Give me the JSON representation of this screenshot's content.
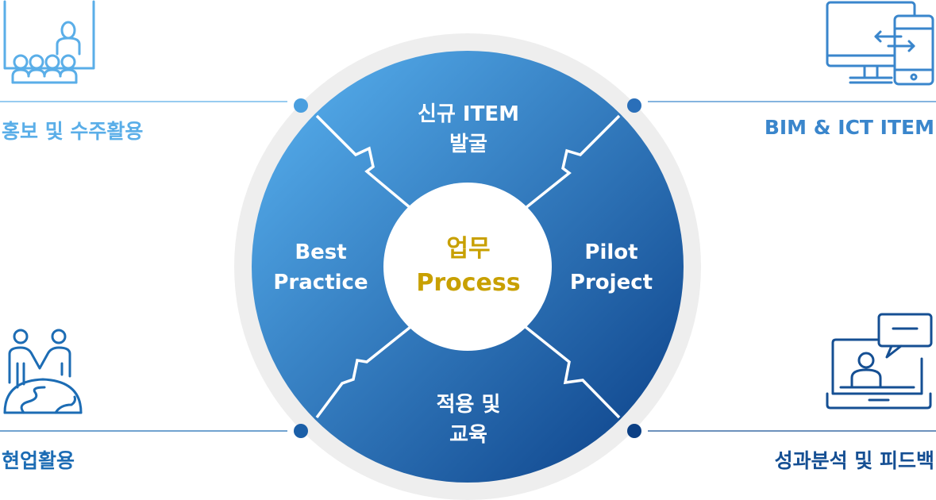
{
  "center": {
    "line1": "업무",
    "line2": "Process",
    "color": "#c8a000"
  },
  "segments": {
    "top": {
      "line1": "신규 ITEM",
      "line2": "발굴"
    },
    "right": {
      "line1": "Pilot",
      "line2": "Project"
    },
    "bottom": {
      "line1": "적용 및",
      "line2": "교육"
    },
    "left": {
      "line1": "Best",
      "line2": "Practice"
    }
  },
  "corners": {
    "top_left": {
      "label": "홍보 및 수주활용",
      "icon": "presentation-audience-icon",
      "color": "#5aaee8"
    },
    "top_right": {
      "label": "BIM & ICT ITEM",
      "icon": "monitor-phone-sync-icon",
      "color": "#3a86cc"
    },
    "bottom_left": {
      "label": "현업활용",
      "icon": "partners-globe-icon",
      "color": "#1c6cb4"
    },
    "bottom_right": {
      "label": "성과분석 및 피드백",
      "icon": "laptop-video-chat-icon",
      "color": "#154f93"
    }
  },
  "colors": {
    "gradient_start": "#5ab4f2",
    "gradient_end": "#0a3e86",
    "outer_ring": "#eeeeee"
  }
}
